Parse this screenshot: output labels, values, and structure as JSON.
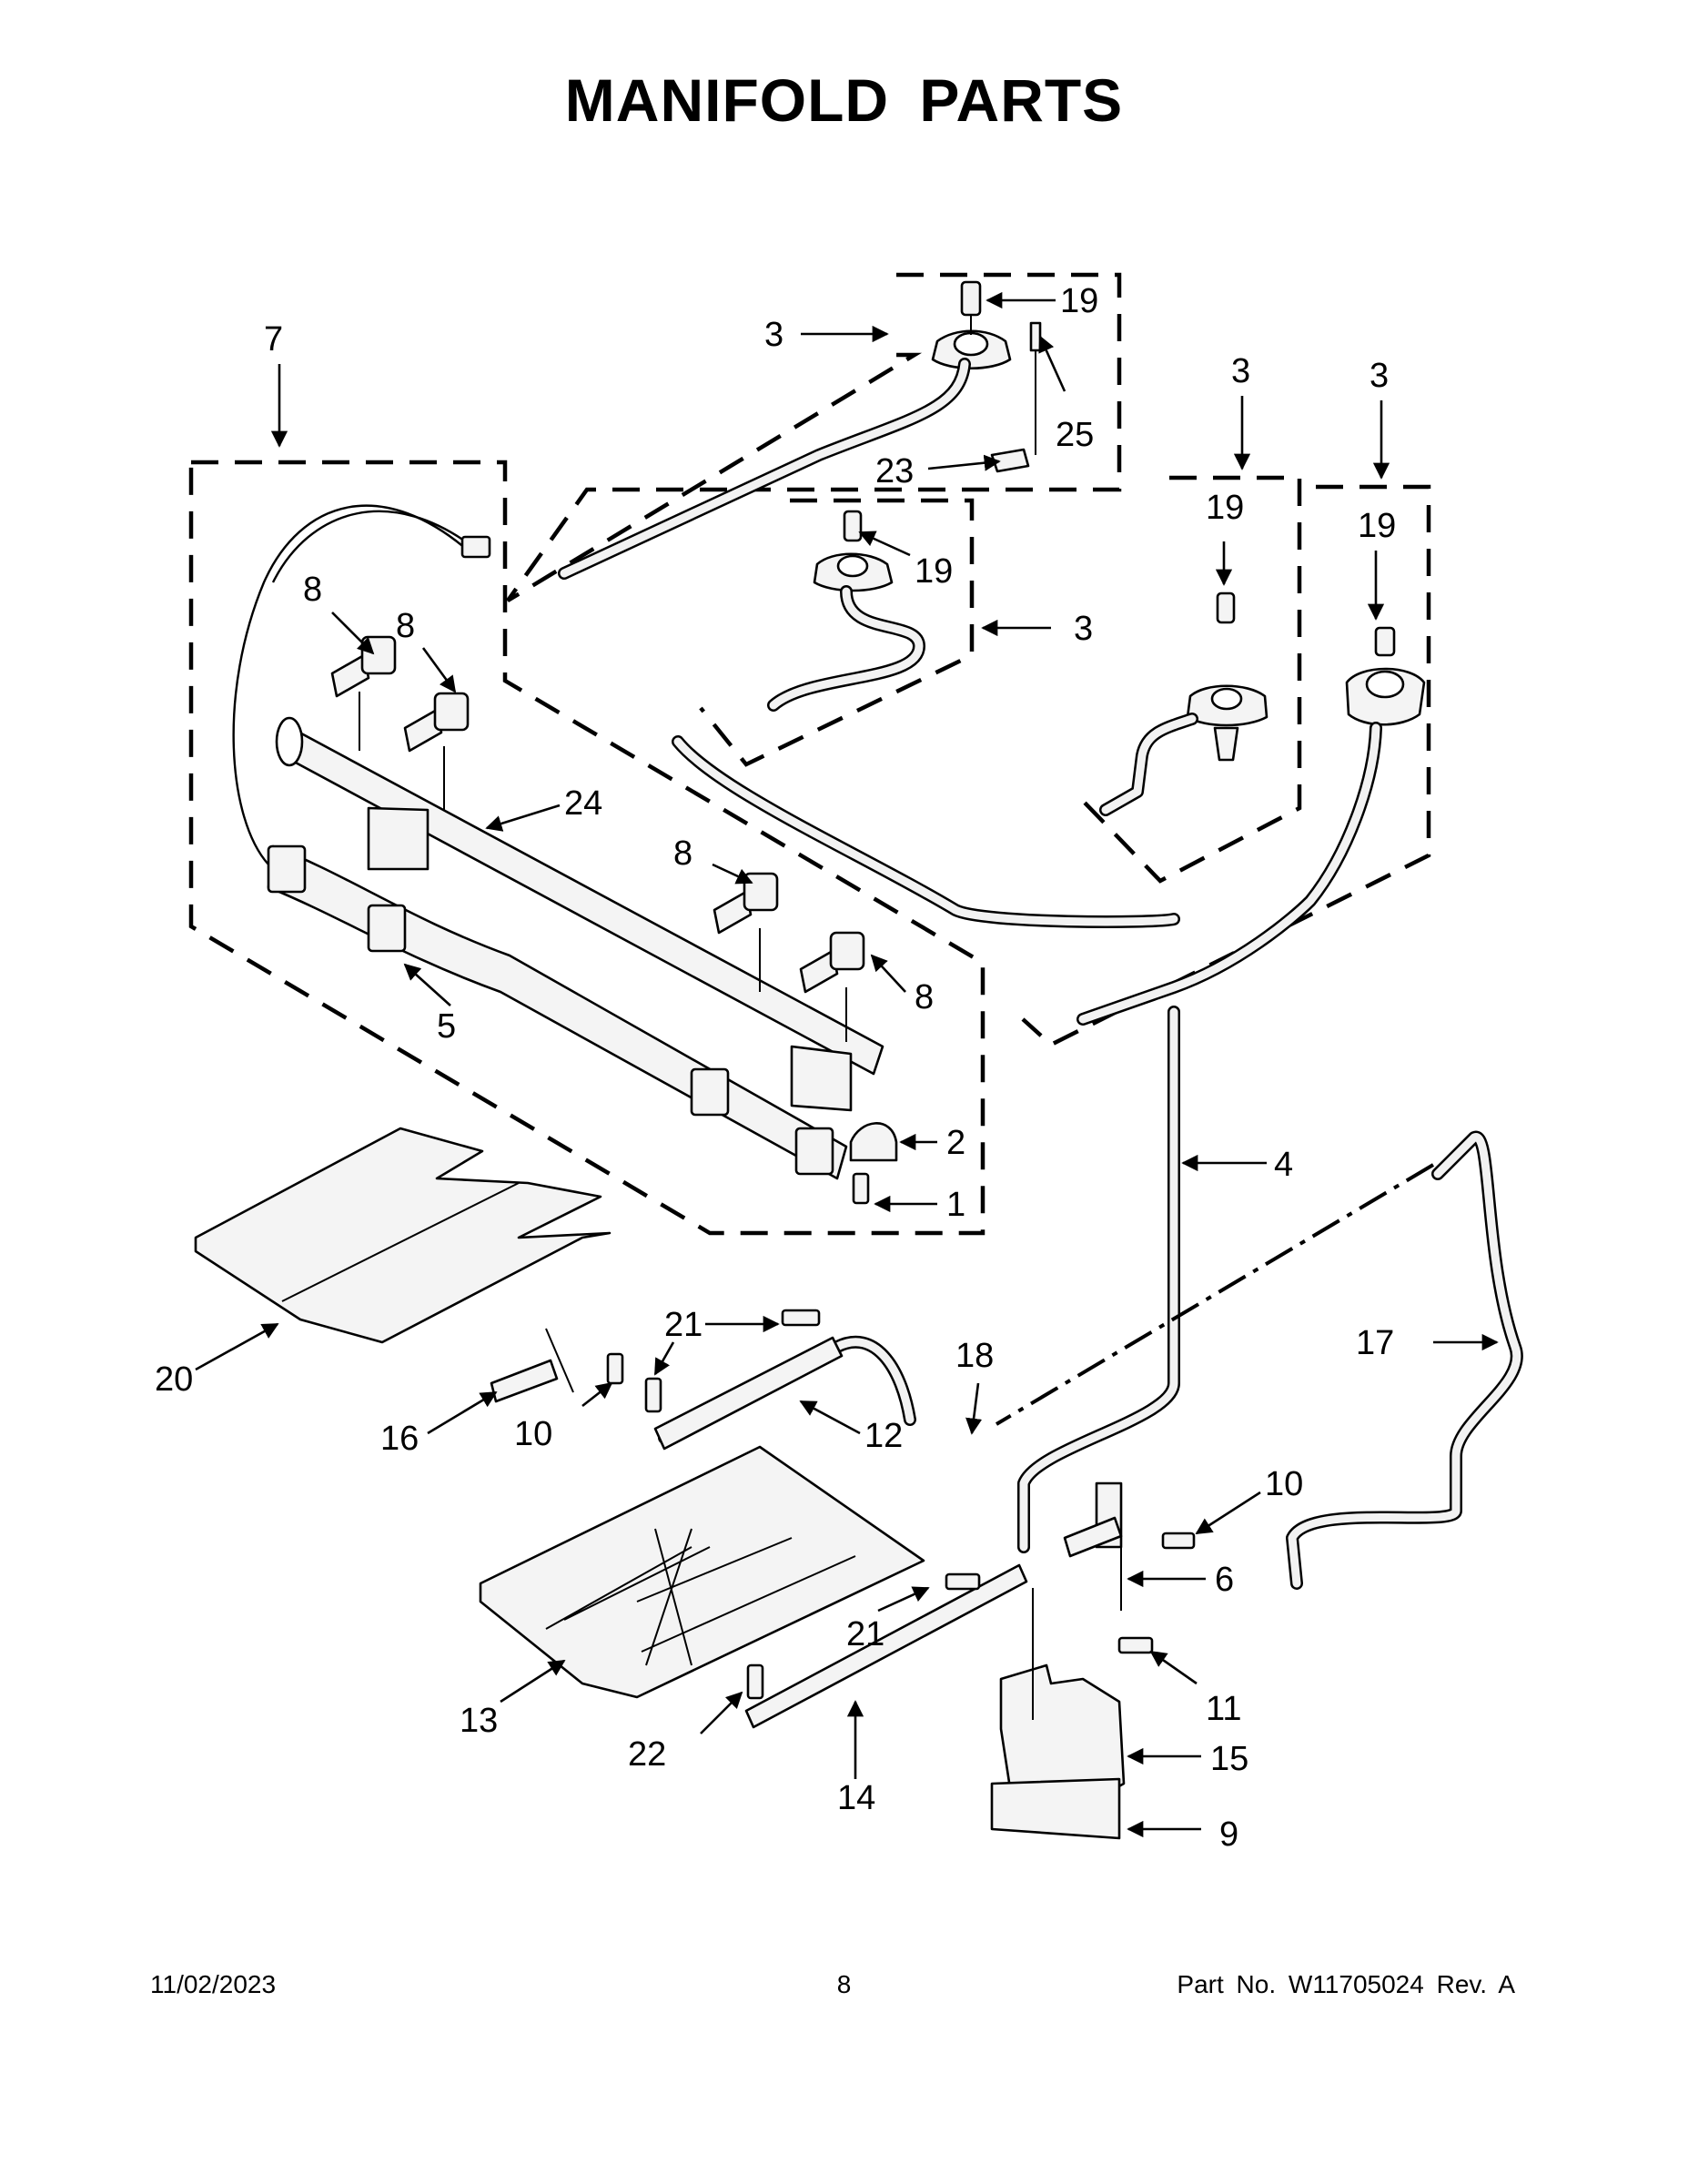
{
  "title": "MANIFOLD PARTS",
  "footer": {
    "date": "11/02/2023",
    "page": "8",
    "part": "Part No.  W11705024  Rev.  A"
  },
  "callouts": {
    "c1": "1",
    "c2": "2",
    "c3a": "3",
    "c3b": "3",
    "c3c": "3",
    "c3d": "3",
    "c4": "4",
    "c5": "5",
    "c6": "6",
    "c7": "7",
    "c8a": "8",
    "c8b": "8",
    "c8c": "8",
    "c8d": "8",
    "c9": "9",
    "c10a": "10",
    "c10b": "10",
    "c11": "11",
    "c12": "12",
    "c13": "13",
    "c14": "14",
    "c15": "15",
    "c16": "16",
    "c17": "17",
    "c18": "18",
    "c19a": "19",
    "c19b": "19",
    "c19c": "19",
    "c19d": "19",
    "c20": "20",
    "c21a": "21",
    "c21b": "21",
    "c22": "22",
    "c23": "23",
    "c24": "24",
    "c25": "25"
  }
}
